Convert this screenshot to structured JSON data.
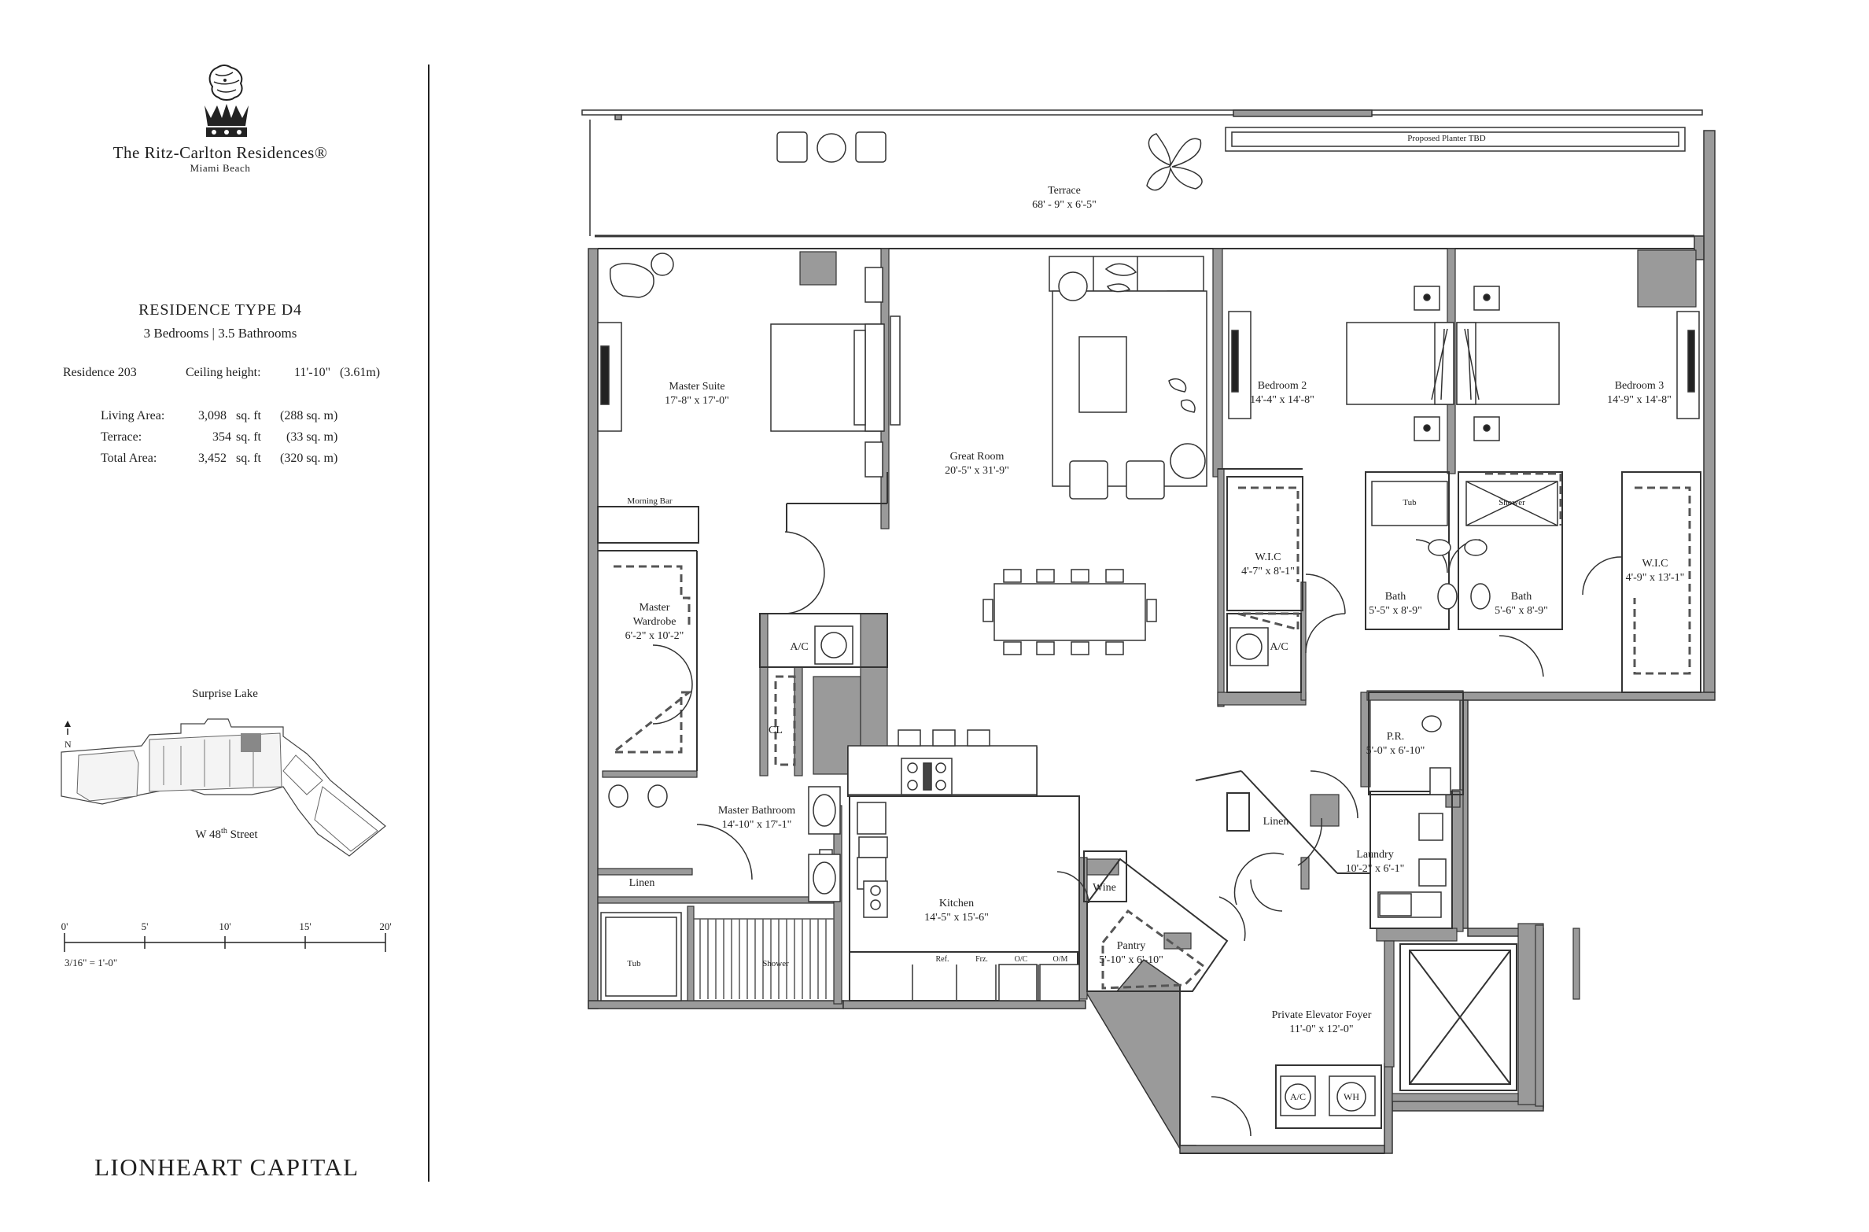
{
  "brand": {
    "name": "The Ritz-Carlton Residences®",
    "location": "Miami Beach",
    "developer": "LIONHEART CAPITAL"
  },
  "residence": {
    "title": "RESIDENCE TYPE D4",
    "subtitle": "3 Bedrooms | 3.5 Bathrooms",
    "number": "Residence 203",
    "ceiling_label": "Ceiling height:",
    "ceiling_value": "11'-10\"",
    "ceiling_metric": "(3.61m)",
    "areas": [
      {
        "label": "Living Area:",
        "sqft": "3,098",
        "unit": "sq. ft",
        "metric": "(288 sq. m)"
      },
      {
        "label": "Terrace:",
        "sqft": "354",
        "unit": "sq. ft",
        "metric": "(33 sq. m)"
      },
      {
        "label": "Total Area:",
        "sqft": "3,452",
        "unit": "sq. ft",
        "metric": "(320 sq. m)"
      }
    ]
  },
  "keyplan": {
    "top_label": "Surprise Lake",
    "bottom_label": "W 48",
    "bottom_sup": "th",
    "bottom_suffix": " Street",
    "north": "N"
  },
  "scale": {
    "ticks": [
      "0'",
      "5'",
      "10'",
      "15'",
      "20'"
    ],
    "ratio": "3/16\" = 1'-0\""
  },
  "rooms": {
    "terrace": {
      "name": "Terrace",
      "dim": "68' - 9\" x 6'-5\""
    },
    "planter": {
      "name": "Proposed Planter TBD"
    },
    "master_suite": {
      "name": "Master Suite",
      "dim": "17'-8\" x 17'-0\""
    },
    "great_room": {
      "name": "Great Room",
      "dim": "20'-5\" x 31'-9\""
    },
    "bedroom2": {
      "name": "Bedroom 2",
      "dim": "14'-4\" x 14'-8\""
    },
    "bedroom3": {
      "name": "Bedroom 3",
      "dim": "14'-9\" x 14'-8\""
    },
    "morning_bar": {
      "name": "Morning Bar"
    },
    "master_wardrobe": {
      "name1": "Master",
      "name2": "Wardrobe",
      "dim": "6'-2\" x 10'-2\""
    },
    "ac1": {
      "name": "A/C"
    },
    "cl": {
      "name": "CL"
    },
    "wic1": {
      "name": "W.I.C",
      "dim": "4'-7\" x 8'-1\""
    },
    "ac2": {
      "name": "A/C"
    },
    "tub_top": {
      "name": "Tub"
    },
    "shower_top": {
      "name": "Shower"
    },
    "bath1": {
      "name": "Bath",
      "dim": "5'-5\" x 8'-9\""
    },
    "bath2": {
      "name": "Bath",
      "dim": "5'-6\" x 8'-9\""
    },
    "wic2": {
      "name": "W.I.C",
      "dim": "4'-9\" x 13'-1\""
    },
    "pr": {
      "name": "P.R.",
      "dim": "5'-0\" x 6'-10\""
    },
    "master_bath": {
      "name": "Master Bathroom",
      "dim": "14'-10\" x 17'-1\""
    },
    "linen1": {
      "name": "Linen"
    },
    "linen2": {
      "name": "Linen"
    },
    "laundry": {
      "name": "Laundry",
      "dim": "10'-2\" x 6'-1\""
    },
    "wine": {
      "name": "Wine"
    },
    "kitchen": {
      "name": "Kitchen",
      "dim": "14'-5\" x 15'-6\""
    },
    "pantry": {
      "name": "Pantry",
      "dim": "5'-10\" x 6'-10\""
    },
    "tub_bottom": {
      "name": "Tub"
    },
    "shower_bottom": {
      "name": "Shower"
    },
    "foyer": {
      "name": "Private Elevator Foyer",
      "dim": "11'-0\" x 12'-0\""
    },
    "appliances": {
      "ref": "Ref.",
      "frz": "Frz.",
      "oc": "O/C",
      "om": "O/M"
    },
    "ac3": {
      "name": "A/C"
    },
    "wh": {
      "name": "WH"
    }
  }
}
